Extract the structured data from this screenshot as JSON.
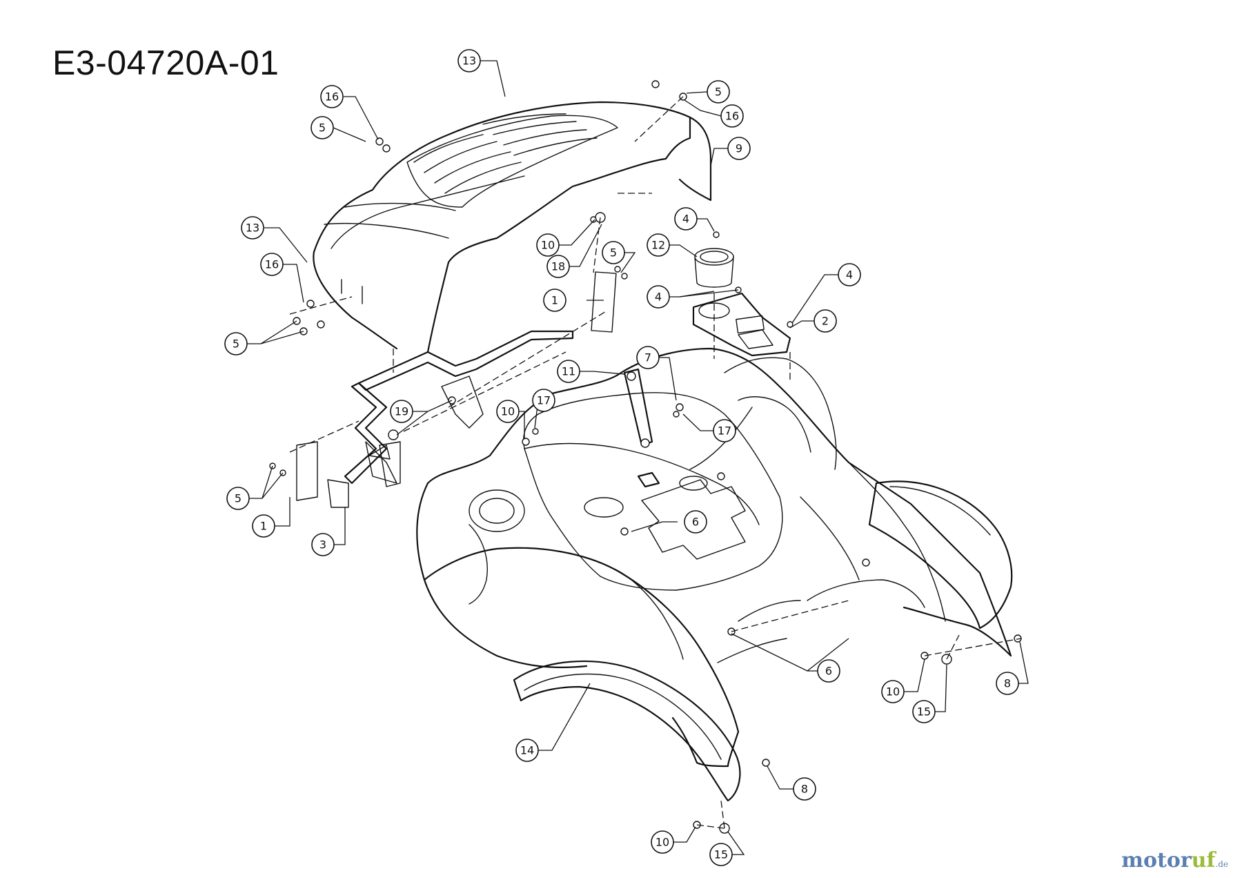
{
  "header": {
    "title": "E3-04720A-01"
  },
  "callouts": [
    {
      "label": "13"
    },
    {
      "label": "16"
    },
    {
      "label": "5"
    },
    {
      "label": "5"
    },
    {
      "label": "16"
    },
    {
      "label": "9"
    },
    {
      "label": "13"
    },
    {
      "label": "16"
    },
    {
      "label": "5"
    },
    {
      "label": "10"
    },
    {
      "label": "18"
    },
    {
      "label": "5"
    },
    {
      "label": "1"
    },
    {
      "label": "4"
    },
    {
      "label": "12"
    },
    {
      "label": "4"
    },
    {
      "label": "4"
    },
    {
      "label": "2"
    },
    {
      "label": "11"
    },
    {
      "label": "7"
    },
    {
      "label": "19"
    },
    {
      "label": "17"
    },
    {
      "label": "10"
    },
    {
      "label": "17"
    },
    {
      "label": "5"
    },
    {
      "label": "1"
    },
    {
      "label": "3"
    },
    {
      "label": "6"
    },
    {
      "label": "6"
    },
    {
      "label": "10"
    },
    {
      "label": "15"
    },
    {
      "label": "8"
    },
    {
      "label": "14"
    },
    {
      "label": "8"
    },
    {
      "label": "10"
    },
    {
      "label": "15"
    }
  ],
  "watermark": {
    "brand_a": "motor",
    "brand_b": "uf",
    "suffix": ".de"
  }
}
